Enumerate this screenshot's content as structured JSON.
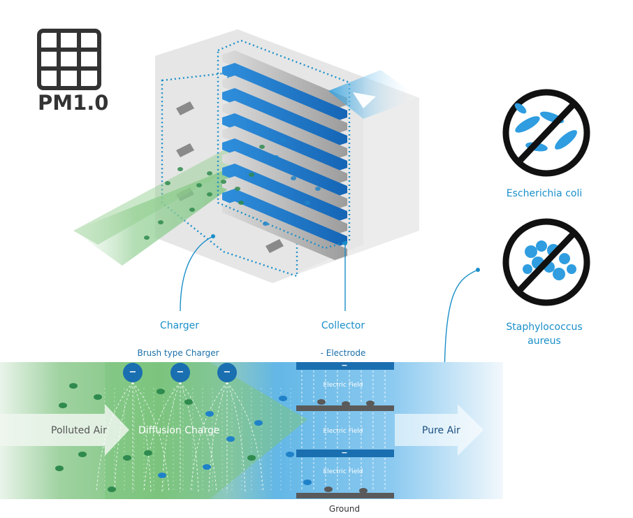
{
  "badge": {
    "label": "PM1.0",
    "icon": "grid-icon"
  },
  "labels": {
    "charger": "Charger",
    "collector": "Collector",
    "e_coli": "Escherichia coli",
    "staph": "Staphylococcus\naureus",
    "brush_charger": "Brush type Charger",
    "electrode": "- Electrode",
    "ground": "Ground",
    "polluted_air": "Polluted Air",
    "diffusion_charge": "Diffusion Charge",
    "pure_air": "Pure Air",
    "electric_field": "Electric Field",
    "minus": "−"
  },
  "colors": {
    "accent": "#1a8fc9",
    "plate_blue": "#1976c8",
    "plate_gray": "#b8b8b8",
    "green_flow": "#7cc47e",
    "particle_green": "#2f8a4e",
    "particle_blue": "#1f82c9",
    "electrode_bar": "#1a6fb0",
    "ground_bar": "#5a5a5a"
  }
}
